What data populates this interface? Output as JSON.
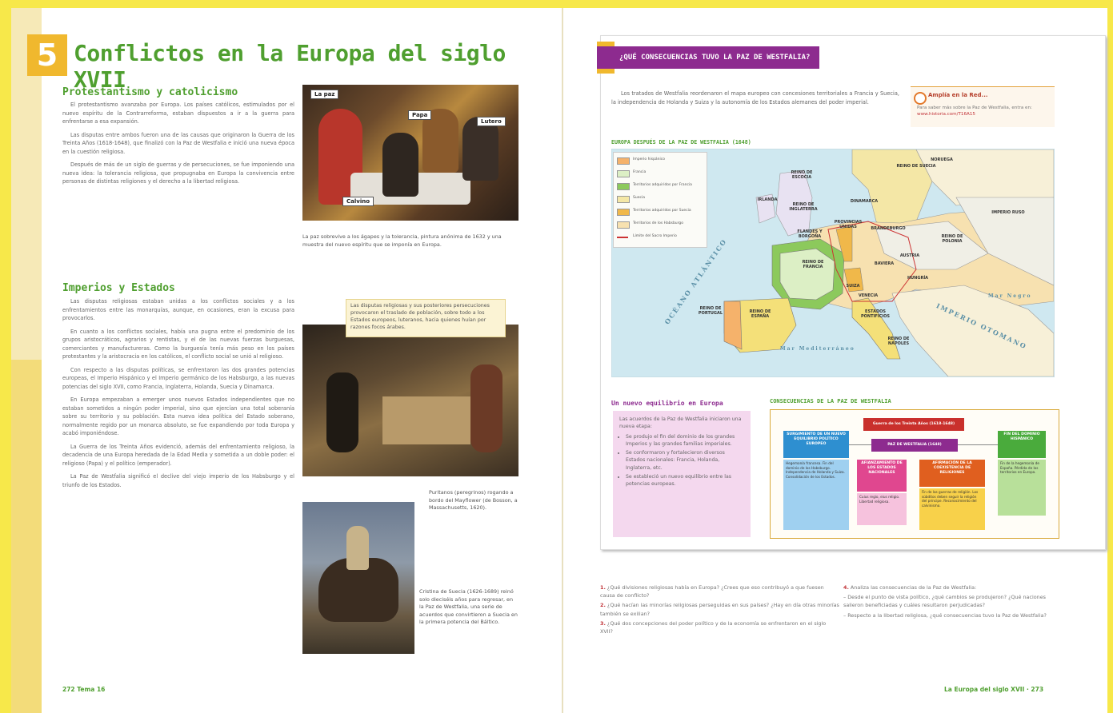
{
  "left": {
    "unit_number": "5",
    "title": "Conflictos en la Europa del siglo XVII",
    "section1_title": "Protestantismo y catolicismo",
    "section1_paragraphs": [
      "El protestantismo avanzaba por Europa. Los países católicos, estimulados por el nuevo espíritu de la Contrarreforma, estaban dispuestos a ir a la guerra para enfrentarse a esa expansión.",
      "Las disputas entre ambos fueron una de las causas que originaron la Guerra de los Treinta Años (1618-1648), que finalizó con la Paz de Westfalia e inició una nueva época en la cuestión religiosa.",
      "Después de más de un siglo de guerras y de persecuciones, se fue imponiendo una nueva idea: la tolerancia religiosa, que propugnaba en Europa la convivencia entre personas de distintas religiones y el derecho a la libertad religiosa."
    ],
    "section2_title": "Imperios y Estados",
    "section2_paragraphs": [
      "Las disputas religiosas estaban unidas a los conflictos sociales y a los enfrentamientos entre las monarquías, aunque, en ocasiones, eran la excusa para provocarlos.",
      "En cuanto a los conflictos sociales, había una pugna entre el predominio de los grupos aristocráticos, agrarios y rentistas, y el de las nuevas fuerzas burguesas, comerciantes y manufactureras. Como la burguesía tenía más peso en los países protestantes y la aristocracia en los católicos, el conflicto social se unió al religioso.",
      "Con respecto a las disputas políticas, se enfrentaron las dos grandes potencias europeas, el Imperio Hispánico y el Imperio germánico de los Habsburgo, a las nuevas potencias del siglo XVII, como Francia, Inglaterra, Holanda, Suecia y Dinamarca.",
      "En Europa empezaban a emerger unos nuevos Estados independientes que no estaban sometidos a ningún poder imperial, sino que ejercían una total soberanía sobre su territorio y su población. Esta nueva idea política del Estado soberano, normalmente regido por un monarca absoluto, se fue expandiendo por toda Europa y acabó imponiéndose.",
      "La Guerra de los Treinta Años evidenció, además del enfrentamiento religioso, la decadencia de una Europa heredada de la Edad Media y sometida a un doble poder: el religioso (Papa) y el político (emperador).",
      "La Paz de Westfalia significó el declive del viejo imperio de los Habsburgo y el triunfo de los Estados."
    ],
    "painting1_tags": [
      "La paz",
      "Papa",
      "Lutero",
      "Calvino"
    ],
    "painting1_caption": "La paz sobrevive a los ágapes y la tolerancia, pintura anónima de 1632 y una muestra del nuevo espíritu que se imponía en Europa.",
    "painting2_box": "Las disputas religiosas y sus posteriores persecuciones provocaron el traslado de población, sobre todo a los Estados europeos, luteranos, hacia quienes huían por razones focos árabes.",
    "painting2_caption": "Puritanos (peregrinos) rogando a bordo del Mayflower (de Bosson, a Massachusetts, 1620).",
    "painting3_caption": "Cristina de Suecia (1626-1689) reinó solo dieciséis años para regresar, en la Paz de Westfalia, una serie de acuerdos que convirtieron a Suecia en la primera potencia del Báltico.",
    "folio": "272   Tema 16"
  },
  "right": {
    "section_title": "¿QUÉ CONSECUENCIAS TUVO LA PAZ DE WESTFALIA?",
    "intro": "Los tratados de Westfalia reordenaron el mapa europeo con concesiones territoriales a Francia y Suecia, la independencia de Holanda y Suiza y la autonomía de los Estados alemanes del poder imperial.",
    "amplia_title": "Amplía en la Red...",
    "amplia_text": "Para saber más sobre la Paz de Westfalia, entra en:",
    "amplia_link": "www.historia.com/T16A15",
    "map_title": "EUROPA DESPUÉS DE LA PAZ DE WESTFALIA (1648)",
    "map_legend": [
      {
        "label": "Imperio hispánico",
        "color": "#f5b26b"
      },
      {
        "label": "Francia",
        "color": "#dcefc5"
      },
      {
        "label": "Territorios adquiridos por Francia",
        "color": "#8cc95c"
      },
      {
        "label": "Suecia",
        "color": "#f4e7a6"
      },
      {
        "label": "Territorios adquiridos por Suecia",
        "color": "#f0b84a"
      },
      {
        "label": "Territorios de los Habsburgo",
        "color": "#f7e1b0"
      },
      {
        "label": "Límite del Sacro Imperio",
        "color": "#cc3333"
      }
    ],
    "map_labels": {
      "noruega": "NORUEGA",
      "suecia": "REINO DE SUECIA",
      "escocia": "REINO DE ESCOCIA",
      "irlanda": "IRLANDA",
      "inglaterra": "REINO DE INGLATERRA",
      "dinamarca": "DINAMARCA",
      "provincias": "PROVINCIAS UNIDAS",
      "flandes": "FLANDES Y BORGOÑA",
      "brandeburgo": "BRANDEBURGO",
      "polonia": "REINO DE POLONIA",
      "ruso": "IMPERIO RUSO",
      "francia": "REINO DE FRANCIA",
      "baviera": "BAVIERA",
      "austria": "AUSTRIA",
      "hungria": "HUNGRÍA",
      "suiza": "SUIZA",
      "portugal": "REINO DE PORTUGAL",
      "espana": "REINO DE ESPAÑA",
      "venecia": "VENECIA",
      "pontificios": "ESTADOS PONTIFICIOS",
      "napoles": "REINO DE NÁPOLES",
      "atlantico": "OCÉANO ATLÁNTICO",
      "otomano": "IMPERIO OTOMANO",
      "mediterraneo": "Mar Mediterráneo",
      "negro": "Mar Negro"
    },
    "equilibrio_title": "Un nuevo equilibrio en Europa",
    "equilibrio_intro": "Las acuerdos de la Paz de Westfalia iniciaron una nueva etapa:",
    "equilibrio_items": [
      "Se produjo el fin del dominio de los grandes Imperios y las grandes familias imperiales.",
      "Se conformaron y fortalecieron diversos Estados nacionales: Francia, Holanda, Inglaterra, etc.",
      "Se estableció un nuevo equilibrio entre las potencias europeas."
    ],
    "cons_title": "CONSECUENCIAS DE LA PAZ DE WESTFALIA",
    "cons_top": "Guerra de los Treinta Años (1618-1648)",
    "cons_center": "PAZ DE WESTFALIA (1648)",
    "cons_left_head": "SURGIMIENTO DE UN NUEVO EQUILIBRIO POLÍTICO EUROPEO",
    "cons_left_body": "Hegemonía francesa. Fin del dominio de los Habsburgo. Independencia de Holanda y Suiza. Consolidación de los Estados.",
    "cons_mid1_head": "AFIANZAMIENTO DE LOS ESTADOS NACIONALES",
    "cons_mid1_body": "Cuius regio, eius religio. Libertad religiosa.",
    "cons_mid2_head": "AFIRMACIÓN DE LA COEXISTENCIA DE RELIGIONES",
    "cons_mid2_body": "Fin de las guerras de religión. Los súbditos deben seguir la religión del príncipe. Reconocimiento del calvinismo.",
    "cons_right_head": "FIN DEL DOMINIO HISPÁNICO",
    "cons_right_body": "Fin de la hegemonía de España. Pérdida de los territorios en Europa.",
    "questions_left": [
      {
        "n": "1.",
        "t": "¿Qué divisiones religiosas había en Europa? ¿Crees que eso contribuyó a que fuesen causa de conflicto?"
      },
      {
        "n": "2.",
        "t": "¿Qué hacían las minorías religiosas perseguidas en sus países? ¿Hay en día otras minorías también se exilian?"
      },
      {
        "n": "3.",
        "t": "¿Qué dos concepciones del poder político y de la economía se enfrentaron en el siglo XVII?"
      }
    ],
    "questions_right_head": {
      "n": "4.",
      "t": "Analiza las consecuencias de la Paz de Westfalia:"
    },
    "questions_right": [
      "Desde el punto de vista político, ¿qué cambios se produjeron? ¿Qué naciones salieron beneficiadas y cuáles resultaron perjudicadas?",
      "Respecto a la libertad religiosa, ¿qué consecuencias tuvo la Paz de Westfalia?"
    ],
    "folio": "La Europa del siglo XVII · 273"
  }
}
